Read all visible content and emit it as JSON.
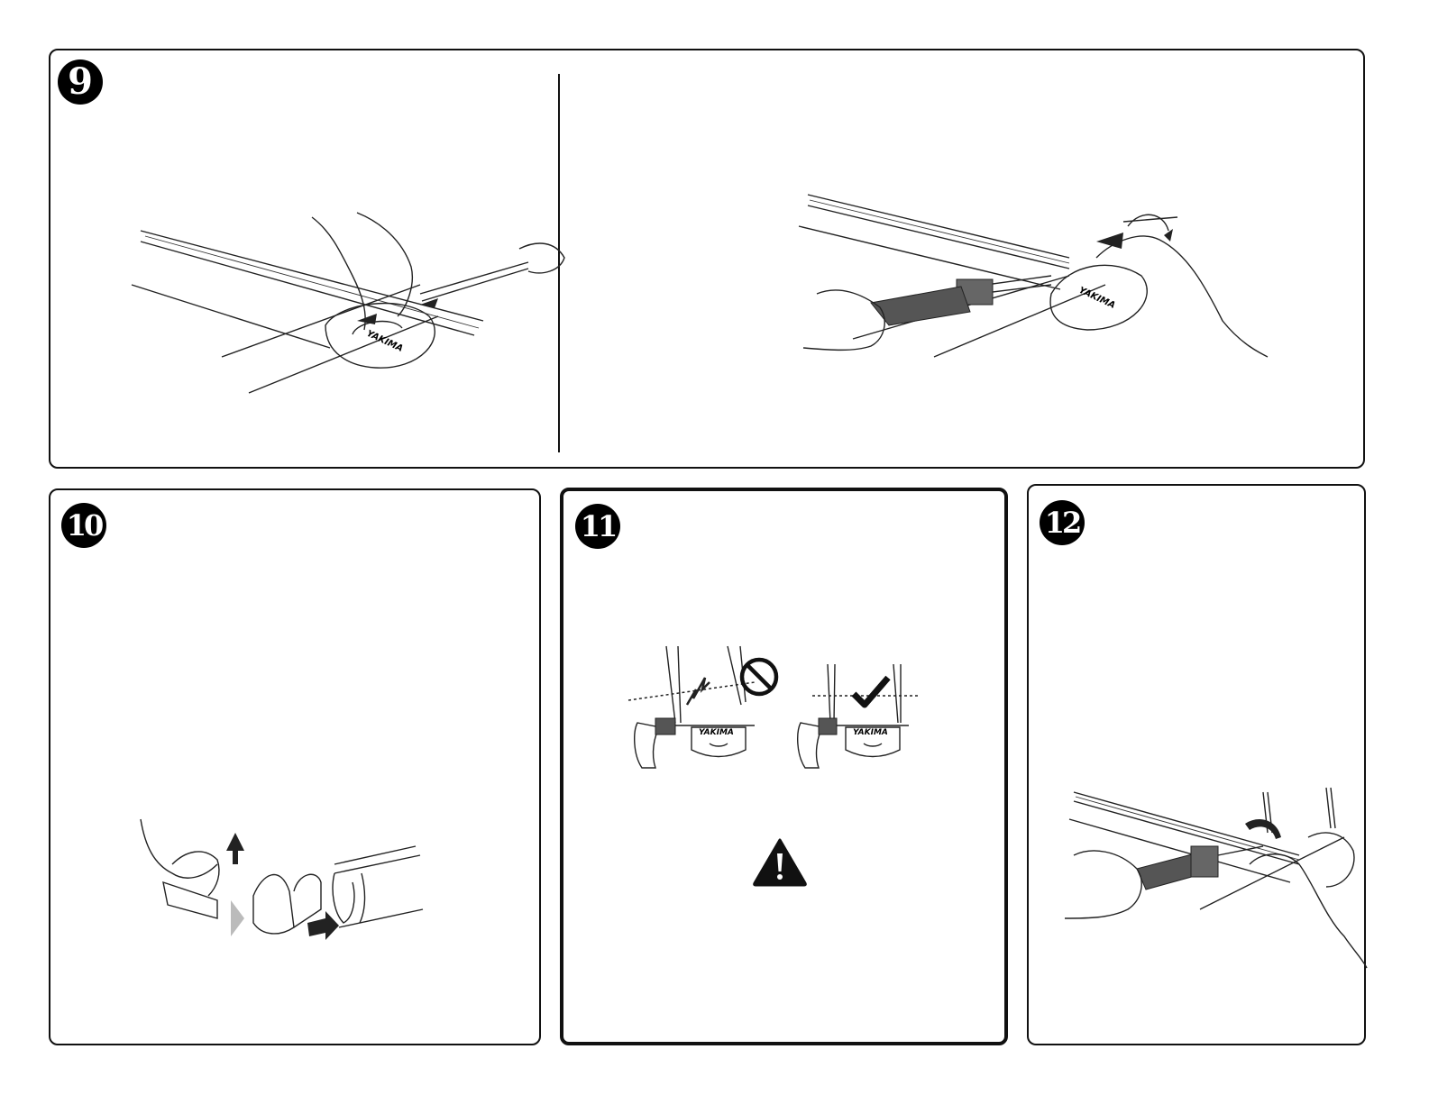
{
  "steps": {
    "s9": {
      "number": "9"
    },
    "s10": {
      "number": "10"
    },
    "s11": {
      "number": "11"
    },
    "s12": {
      "number": "12"
    }
  },
  "brand": "YAKIMA",
  "icons": {
    "prohibited": "prohibited-icon",
    "check": "check-mark-icon",
    "warning": "warning-icon"
  }
}
